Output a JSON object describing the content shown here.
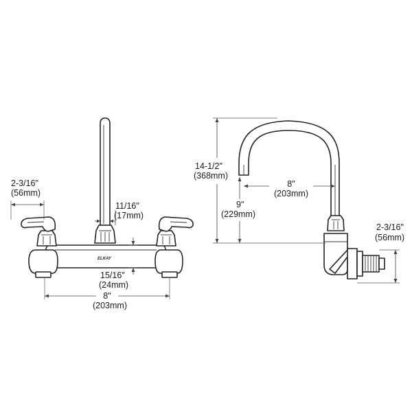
{
  "front_view": {
    "dim_handle_width": {
      "line1": "2-3/16\"",
      "line2": "(56mm)"
    },
    "dim_spout_base": {
      "line1": "11/16\"",
      "line2": "(17mm)"
    },
    "dim_body_height": {
      "line1": "15/16\"",
      "line2": "(24mm)"
    },
    "dim_centers": {
      "line1": "8\"",
      "line2": "(203mm)"
    },
    "brand_mark": "ELKAY"
  },
  "side_view": {
    "dim_overall_height": {
      "line1": "14-1/2\"",
      "line2": "(368mm)"
    },
    "dim_spout_reach": {
      "line1": "8\"",
      "line2": "(203mm)"
    },
    "dim_spout_height": {
      "line1": "9\"",
      "line2": "(229mm)"
    },
    "dim_wall_offset": {
      "line1": "2-3/16\"",
      "line2": "(56mm)"
    }
  },
  "colors": {
    "line": "#222222",
    "background": "#ffffff"
  }
}
